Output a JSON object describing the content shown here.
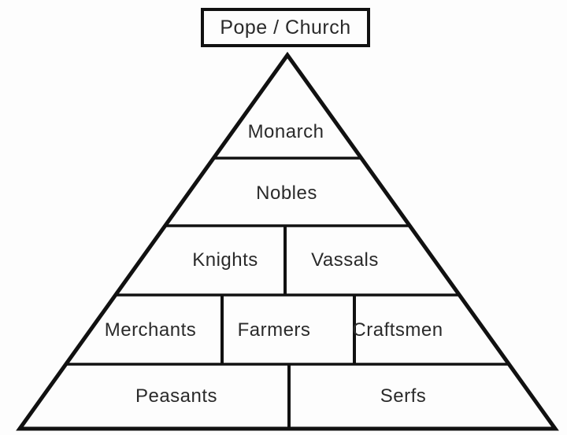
{
  "diagram": {
    "apex_box": {
      "label": "Pope / Church"
    },
    "levels": [
      {
        "cells": [
          {
            "label": "Monarch"
          }
        ]
      },
      {
        "cells": [
          {
            "label": "Nobles"
          }
        ]
      },
      {
        "cells": [
          {
            "label": "Knights"
          },
          {
            "label": "Vassals"
          }
        ]
      },
      {
        "cells": [
          {
            "label": "Merchants"
          },
          {
            "label": "Farmers"
          },
          {
            "label": "Craftsmen"
          }
        ]
      },
      {
        "cells": [
          {
            "label": "Peasants"
          },
          {
            "label": "Serfs"
          }
        ]
      }
    ],
    "colors": {
      "line": "#111111",
      "text": "#2a2a2a",
      "background": "#fdfdfd"
    }
  }
}
